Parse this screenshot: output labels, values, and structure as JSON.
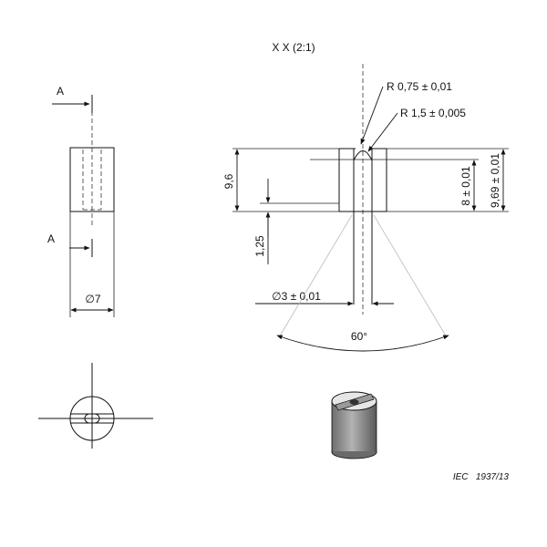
{
  "header": {
    "view_title": "X X (2:1)"
  },
  "front_view": {
    "section_label_top": "A",
    "section_label_bottom": "A",
    "diameter_label": "∅7"
  },
  "section_view": {
    "radius_small": "R 0,75 ± 0,01",
    "radius_large": "R 1,5 ± 0,005",
    "height_total": "9,6",
    "height_8": "8 ± 0,01",
    "height_969": "9,69 ± 0,01",
    "depth_125": "1,25",
    "diameter_3": "∅3 ± 0,01",
    "angle": "60°"
  },
  "figure_id": "IEC   1937/13",
  "colors": {
    "line": "#111111",
    "hatch": "#888888",
    "solid_body": "#8f8f8f"
  }
}
